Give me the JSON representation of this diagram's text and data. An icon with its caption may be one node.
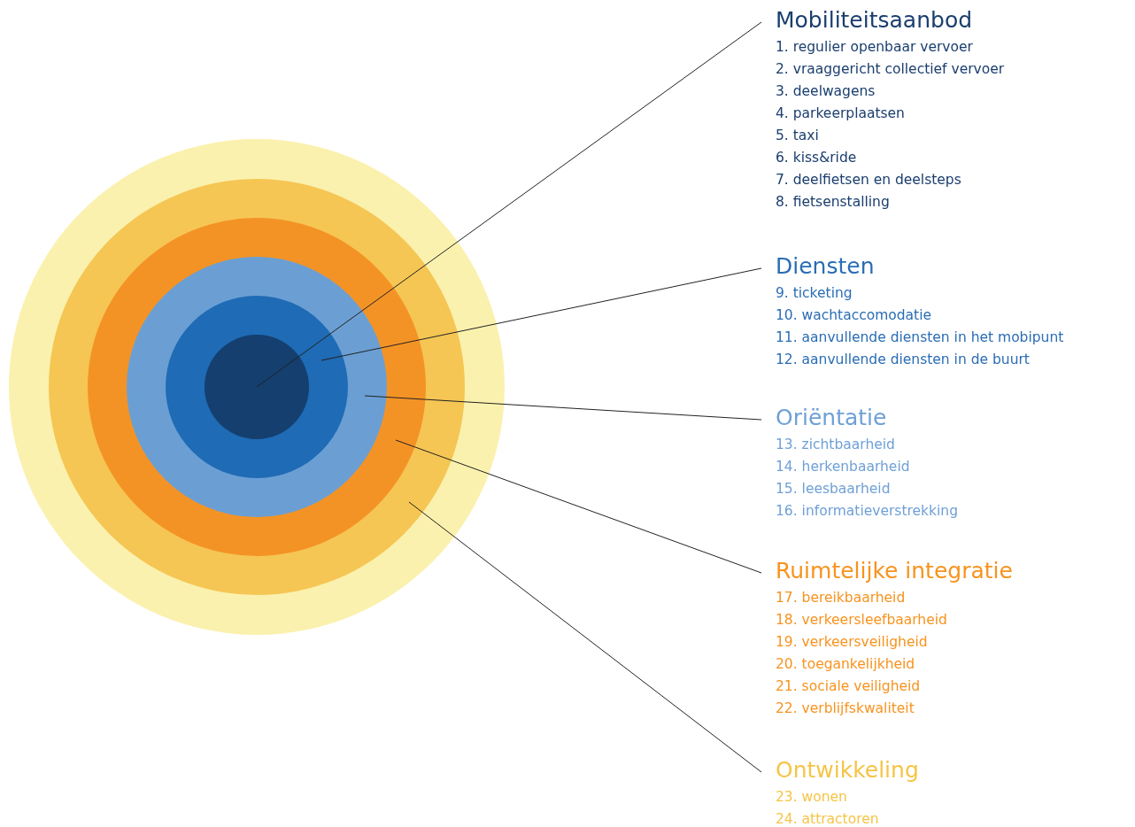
{
  "diagram": {
    "nodes": [
      {
        "text": [],
        "shape": "circle"
      },
      {
        "text": [],
        "shape": "circle",
        "in": 0
      },
      {
        "text": [],
        "shape": "circle",
        "in": 1
      },
      {
        "text": [],
        "shape": "circle",
        "in": 2
      },
      {
        "text": [],
        "shape": "circle",
        "in": 3
      },
      {
        "text": [],
        "shape": "circle",
        "in": 4
      },
      {
        "text": [
          "Mobiliteitsaanbod",
          "1. regulier openbaar vervoer",
          "2. vraaggericht collectief vervoer",
          "3. deelwagens",
          "4. parkeerplaatsen",
          "5. taxi",
          "6. kiss&ride",
          "7. deelfietsen en deelsteps",
          "8. fietsenstalling"
        ]
      },
      {
        "text": [
          "Diensten",
          "9. ticketing",
          "10. wachtaccomodatie",
          "11. aanvullende diensten in het mobipunt",
          "12. aanvullende diensten in de buurt"
        ]
      },
      {
        "text": [
          "Oriëntatie",
          "13. zichtbaarheid",
          "14. herkenbaarheid",
          "15. leesbaarheid",
          "16. informatieverstrekking"
        ]
      },
      {
        "text": [
          "Ruimtelijke integratie",
          "17. bereikbaarheid",
          "18. verkeersleefbaarheid",
          "19. verkeersveiligheid",
          "20. toegankelijkheid",
          "21. sociale veiligheid",
          "22. verblijfskwaliteit"
        ]
      },
      {
        "text": [
          "Ontwikkeling",
          "23. wonen",
          "24. attractoren"
        ]
      }
    ],
    "edges": [
      {
        "from": 6,
        "to": 5,
        "arrow": "none"
      },
      {
        "from": 7,
        "to": 4,
        "arrow": "none"
      },
      {
        "from": 8,
        "to": 3,
        "arrow": "none"
      },
      {
        "from": 9,
        "to": 2,
        "arrow": "none"
      },
      {
        "from": 10,
        "to": 1,
        "arrow": "none"
      }
    ]
  }
}
